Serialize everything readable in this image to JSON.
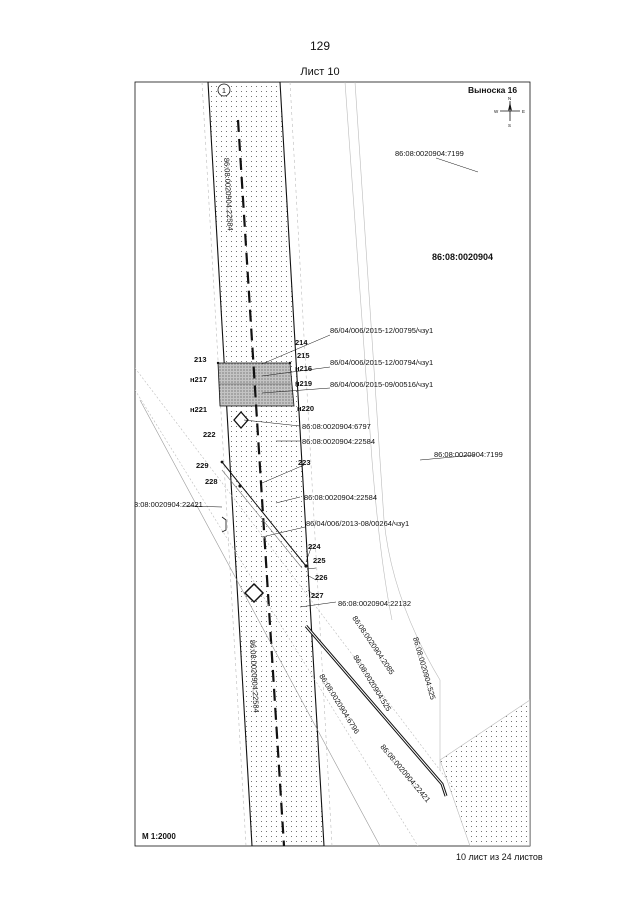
{
  "page_number": "129",
  "sheet_title": "Лист 10",
  "callout_title": "Выноска 16",
  "compass": {
    "n": "N",
    "s": "S",
    "w": "W",
    "e": "E"
  },
  "scale": "М 1:2000",
  "footer": "10 лист из 24 листов",
  "corridor_marker": "1",
  "quarter": "86:08:0020904",
  "parcels": {
    "p7199_top": "86:08:0020904:7199",
    "p7199_right": "86:08:0020904:7199",
    "p22584_vertical_top": "86:08:0020904:22584",
    "p6797": "86:08:0020904:6797",
    "p22584_a": "86:08:0020904:22584",
    "p22584_b": "86:08:0020904:22584",
    "p22421_left": "3:08:0020904:22421",
    "p22132": "86:08:0020904:22132",
    "p2085": "86:08:0020904:2085",
    "p525_a": "86:08:0020904:525",
    "p525_b": "86:08:0020904:525",
    "p6796": "86:08:0020904:6796",
    "p22584_vertical_bottom": "86:08:0020904:22584",
    "p22421_bottom": "86:08:0020904:22421"
  },
  "easements": {
    "e795": "86/04/006/2015-12/00795/чзу1",
    "e794": "86/04/006/2015-12/00794/чзу1",
    "e516": "86/04/006/2015-09/00516/чзу1",
    "e264": "86/04/006/2013-08/00264/чзу1"
  },
  "points": {
    "p213": "213",
    "p214": "214",
    "p215": "215",
    "n216": "н216",
    "n217": "н217",
    "n219": "н219",
    "n220": "н220",
    "n221": "н221",
    "p222": "222",
    "p223": "223",
    "p224": "224",
    "p225": "225",
    "p226": "226",
    "p227": "227",
    "p228": "228",
    "p229": "229"
  },
  "colors": {
    "ink": "#111111",
    "hatch": "#9a9a9a",
    "faint": "#bdbdbd"
  }
}
